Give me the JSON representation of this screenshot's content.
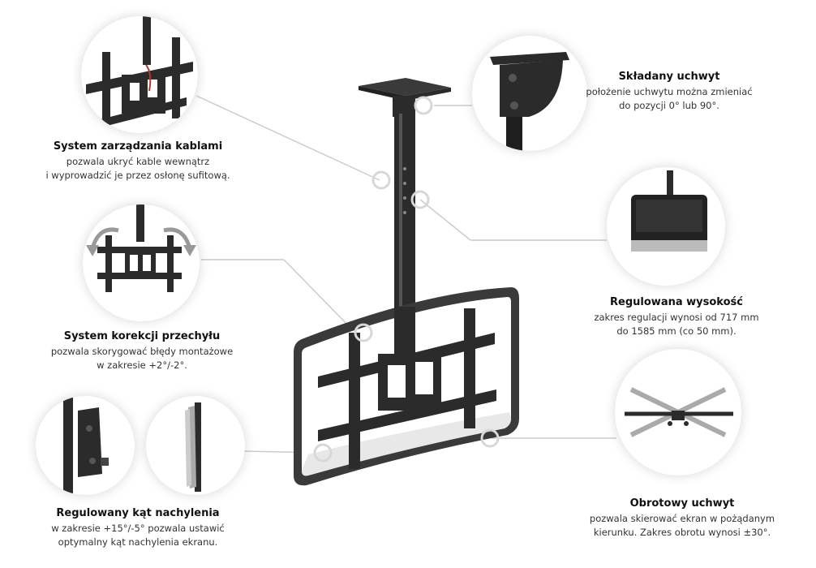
{
  "features": {
    "cable": {
      "title": "System zarządzania kablami",
      "lines": [
        "pozwala ukryć kable wewnątrz",
        "i wyprowadzić je przez osłonę sufitową."
      ]
    },
    "tilt_correction": {
      "title": "System korekcji przechyłu",
      "lines": [
        "pozwala skorygować błędy montażowe",
        "w zakresie +2°/-2°."
      ]
    },
    "tilt_angle": {
      "title": "Regulowany kąt nachylenia",
      "lines": [
        "w zakresie +15°/-5°  pozwala ustawić",
        "optymalny kąt nachylenia ekranu."
      ]
    },
    "folding": {
      "title": "Składany uchwyt",
      "lines": [
        "położenie uchwytu można zmieniać",
        "do pozycji 0° lub 90°."
      ]
    },
    "height": {
      "title": "Regulowana wysokość",
      "lines": [
        "zakres regulacji wynosi od 717 mm",
        "do 1585 mm (co 50 mm)."
      ]
    },
    "swivel": {
      "title": "Obrotowy uchwyt",
      "lines": [
        "pozwala skierować ekran w pożądanym",
        "kierunku. Zakres obrotu wynosi ±30°."
      ]
    }
  },
  "colors": {
    "mount_metal": "#2b2b2b",
    "screen_frame": "#3a3a3a",
    "connector_line": "#cccccc",
    "highlight_ring": "#d8d8d8"
  },
  "icons": [
    "curved-arrow-left-icon",
    "curved-arrow-right-icon"
  ]
}
